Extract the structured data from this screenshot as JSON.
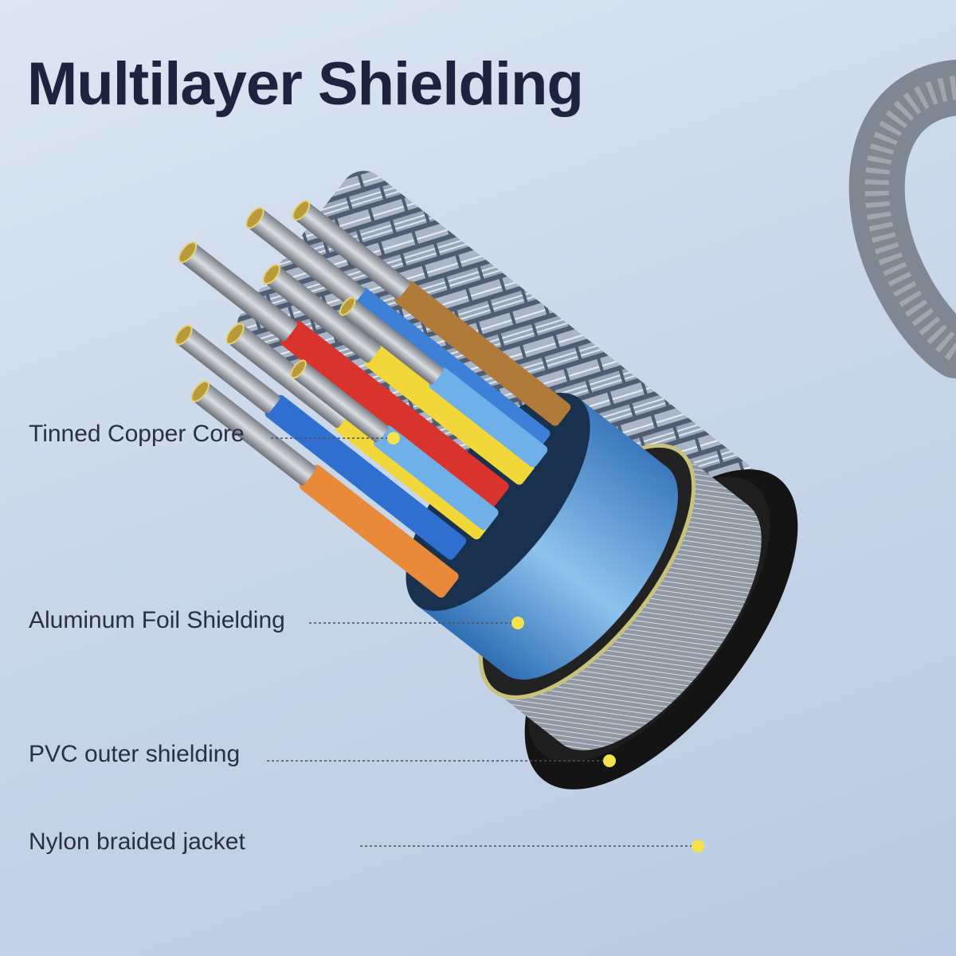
{
  "title": "Multilayer Shielding",
  "callouts": [
    {
      "label": "Tinned Copper Core"
    },
    {
      "label": "Aluminum Foil Shielding"
    },
    {
      "label": "PVC outer shielding"
    },
    {
      "label": "Nylon braided jacket"
    }
  ],
  "colors": {
    "title": "#1c2440",
    "callout_dot": "#f4e24a",
    "background": "#c9d7e9"
  }
}
